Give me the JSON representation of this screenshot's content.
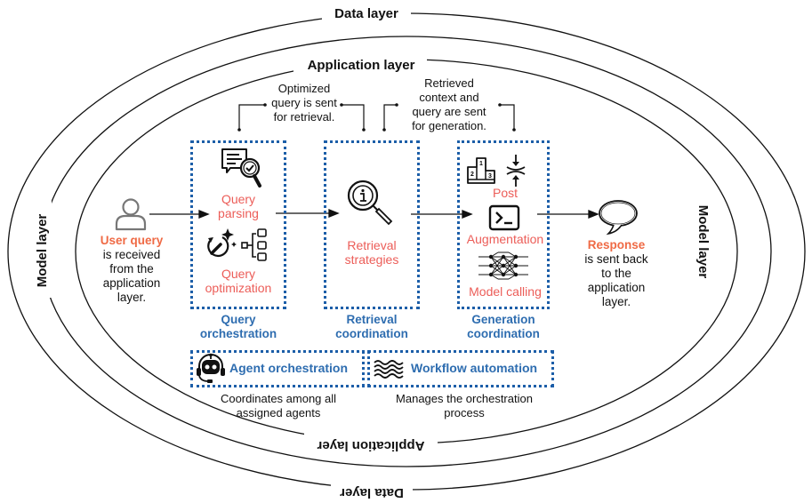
{
  "layers": {
    "data_top": "Data layer",
    "data_bottom": "Data layer",
    "model_left": "Model layer",
    "model_right": "Model layer",
    "application_top": "Application layer",
    "application_bottom": "Application layer"
  },
  "annotations": {
    "optimized_query": [
      "Optimized",
      "query is sent",
      "for retrieval."
    ],
    "retrieved_context": [
      "Retrieved",
      "context and",
      "query are sent",
      "for generation."
    ]
  },
  "user_query": {
    "icon": "user-icon",
    "title": "User query",
    "desc": [
      "is received",
      "from the",
      "application",
      "layer."
    ]
  },
  "response": {
    "icon": "speech-bubble-icon",
    "title": "Response",
    "desc": [
      "is sent back",
      "to the",
      "application",
      "layer."
    ]
  },
  "stages": [
    {
      "id": "query-orchestration",
      "caption": [
        "Query",
        "orchestration"
      ],
      "items": [
        {
          "icon": "document-search-icon",
          "label": [
            "Query",
            "parsing"
          ]
        },
        {
          "icon": "optimization-icon",
          "label": [
            "Query",
            "optimization"
          ]
        }
      ]
    },
    {
      "id": "retrieval-coordination",
      "caption": [
        "Retrieval",
        "coordination"
      ],
      "items": [
        {
          "icon": "info-magnifier-icon",
          "label": [
            "Retrieval",
            "strategies"
          ]
        }
      ]
    },
    {
      "id": "generation-coordination",
      "caption": [
        "Generation",
        "coordination"
      ],
      "items": [
        {
          "icon": "podium-compress-icon",
          "label": [
            "Post"
          ]
        },
        {
          "icon": "terminal-icon",
          "label": [
            "Augmentation"
          ]
        },
        {
          "icon": "neural-network-icon",
          "label": [
            "Model calling"
          ]
        }
      ]
    }
  ],
  "bottom_boxes": [
    {
      "icon": "robot-headset-icon",
      "title": "Agent orchestration",
      "desc": [
        "Coordinates among all",
        "assigned agents"
      ]
    },
    {
      "icon": "wave-icon",
      "title": "Workflow automation",
      "desc": [
        "Manages the orchestration",
        "process"
      ]
    }
  ],
  "colors": {
    "accent_blue": "#1c5ea8",
    "label_blue": "#2e6db0",
    "item_red": "#ec5d58",
    "title_orange": "#ef6a45"
  }
}
